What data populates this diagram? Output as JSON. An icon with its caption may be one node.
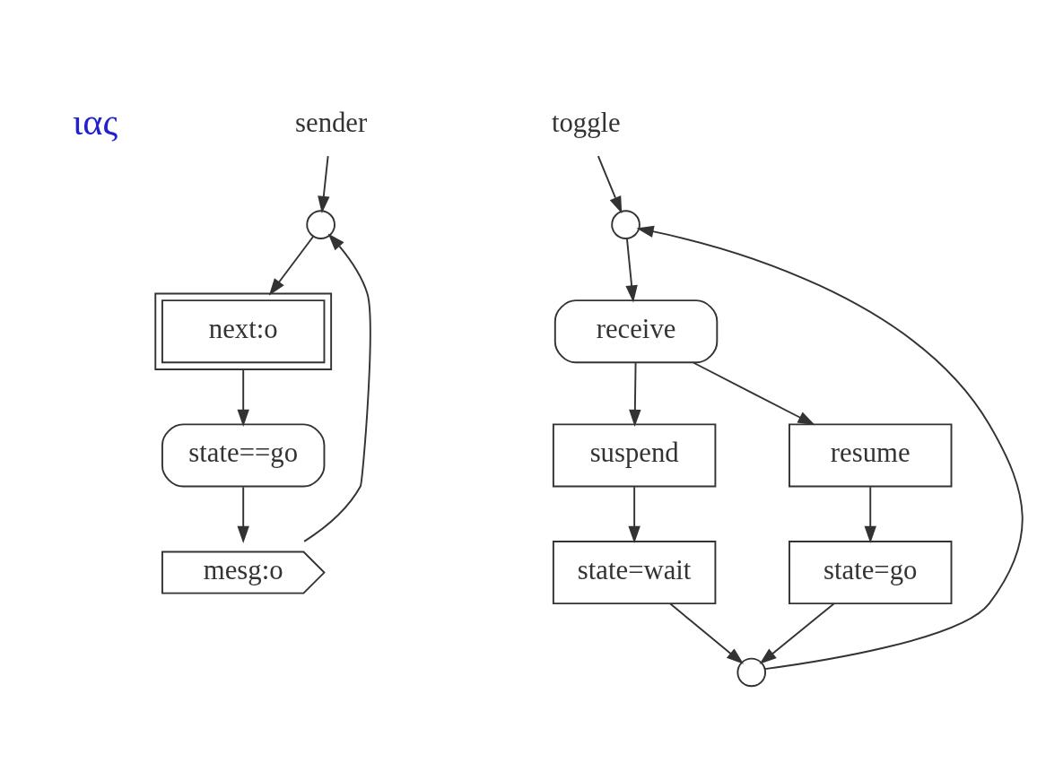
{
  "diagram": {
    "nodes": [
      {
        "text": [
          "sender"
        ]
      },
      {
        "text": [],
        "shape": "circle"
      },
      {
        "text": [
          "next:o"
        ]
      },
      {
        "text": [
          "state==go"
        ]
      },
      {
        "text": [
          "mesg:o"
        ]
      },
      {
        "text": [
          "toggle"
        ]
      },
      {
        "text": [],
        "shape": "circle"
      },
      {
        "text": [
          "receive"
        ]
      },
      {
        "text": [
          "suspend"
        ]
      },
      {
        "text": [
          "resume"
        ]
      },
      {
        "text": [
          "state=wait"
        ]
      },
      {
        "text": [
          "state=go"
        ]
      },
      {
        "text": [],
        "shape": "circle"
      }
    ],
    "edges": [
      {
        "from": 0,
        "to": 1,
        "arrow": "to"
      },
      {
        "from": 1,
        "to": 2,
        "arrow": "to"
      },
      {
        "from": 2,
        "to": 3,
        "arrow": "to"
      },
      {
        "from": 3,
        "to": 4,
        "arrow": "to"
      },
      {
        "from": 4,
        "to": 1,
        "arrow": "to"
      },
      {
        "from": 5,
        "to": 6,
        "arrow": "to"
      },
      {
        "from": 6,
        "to": 7,
        "arrow": "to"
      },
      {
        "from": 7,
        "to": 8,
        "arrow": "to"
      },
      {
        "from": 7,
        "to": 9,
        "arrow": "to"
      },
      {
        "from": 8,
        "to": 10,
        "arrow": "to"
      },
      {
        "from": 9,
        "to": 11,
        "arrow": "to"
      },
      {
        "from": 10,
        "to": 12,
        "arrow": "to"
      },
      {
        "from": 11,
        "to": 12,
        "arrow": "to"
      },
      {
        "from": 12,
        "to": 6,
        "arrow": "to"
      }
    ],
    "labels": [
      "ιας"
    ]
  }
}
